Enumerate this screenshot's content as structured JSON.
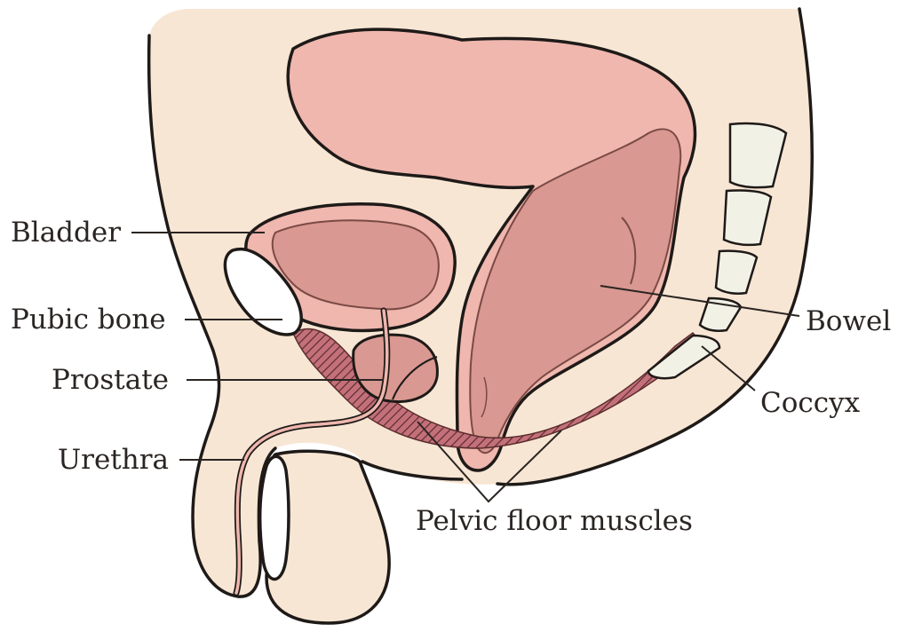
{
  "labels": {
    "bladder": "Bladder",
    "pubic_bone": "Pubic bone",
    "prostate": "Prostate",
    "urethra": "Urethra",
    "bowel": "Bowel",
    "coccyx": "Coccyx",
    "pelvic_floor_muscles": "Pelvic floor muscles"
  },
  "colors": {
    "skin": "#f8e6d4",
    "bowel_outer": "#efb7ae",
    "bowel_inner": "#d99891",
    "bladder_outer": "#efb7ae",
    "bladder_inner": "#d99891",
    "prostate": "#d99891",
    "bone": "#ffffff",
    "vertebra": "#f2f1e6",
    "muscle": "#c4707a",
    "outline": "#1e1a18"
  }
}
